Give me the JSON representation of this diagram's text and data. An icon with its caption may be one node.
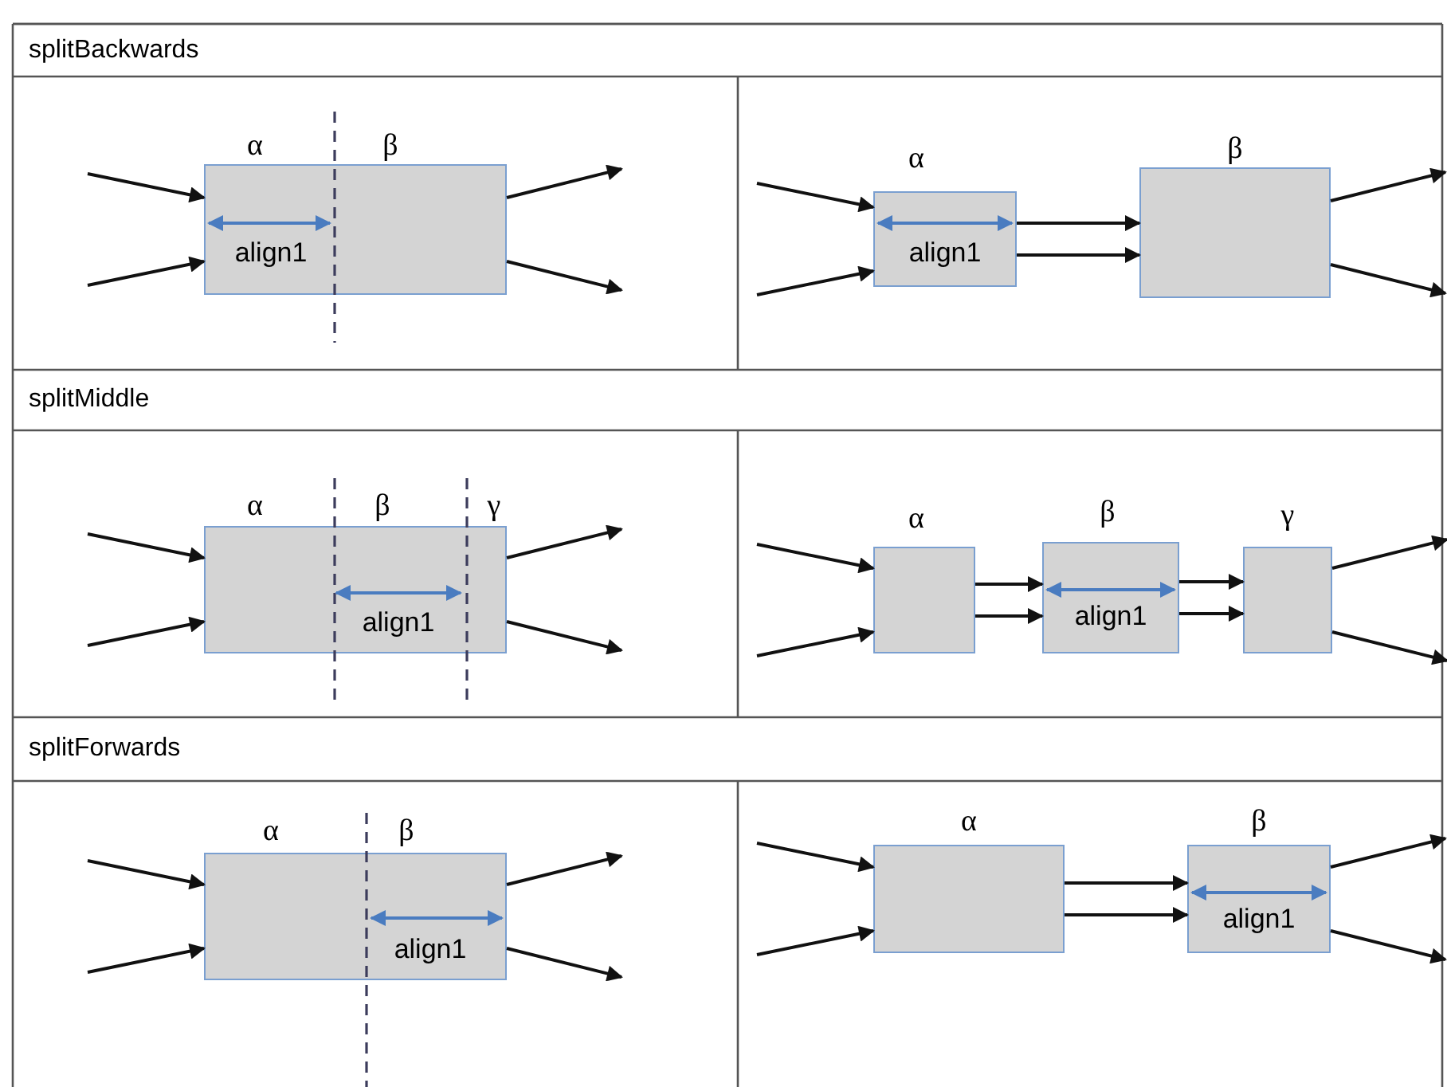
{
  "diagram": {
    "nodes": [
      {
        "text": [
          "α",
          "β",
          "align1"
        ]
      },
      {
        "text": [
          "α",
          "align1"
        ]
      },
      {
        "text": [
          "β"
        ]
      },
      {
        "text": [
          "α",
          "β",
          "γ",
          "align1"
        ]
      },
      {
        "text": [
          "α"
        ]
      },
      {
        "text": [
          "β",
          "align1"
        ]
      },
      {
        "text": [
          "γ"
        ]
      },
      {
        "text": [
          "α",
          "β",
          "align1"
        ]
      },
      {
        "text": [
          "α"
        ]
      },
      {
        "text": [
          "β",
          "align1"
        ]
      }
    ],
    "edges": [
      {
        "from": null,
        "to": 0,
        "arrow": "to"
      },
      {
        "from": null,
        "to": 0,
        "arrow": "to"
      },
      {
        "from": 0,
        "to": null,
        "arrow": "to"
      },
      {
        "from": 0,
        "to": null,
        "arrow": "to"
      },
      {
        "from": null,
        "to": 1,
        "arrow": "to"
      },
      {
        "from": null,
        "to": 1,
        "arrow": "to"
      },
      {
        "from": 1,
        "to": 2,
        "arrow": "to"
      },
      {
        "from": 1,
        "to": 2,
        "arrow": "to"
      },
      {
        "from": 2,
        "to": null,
        "arrow": "to"
      },
      {
        "from": 2,
        "to": null,
        "arrow": "to"
      },
      {
        "from": null,
        "to": 3,
        "arrow": "to"
      },
      {
        "from": null,
        "to": 3,
        "arrow": "to"
      },
      {
        "from": 3,
        "to": null,
        "arrow": "to"
      },
      {
        "from": 3,
        "to": null,
        "arrow": "to"
      },
      {
        "from": null,
        "to": 4,
        "arrow": "to"
      },
      {
        "from": null,
        "to": 4,
        "arrow": "to"
      },
      {
        "from": 4,
        "to": 5,
        "arrow": "to"
      },
      {
        "from": 4,
        "to": 5,
        "arrow": "to"
      },
      {
        "from": 5,
        "to": 6,
        "arrow": "to"
      },
      {
        "from": 5,
        "to": 6,
        "arrow": "to"
      },
      {
        "from": 6,
        "to": null,
        "arrow": "to"
      },
      {
        "from": 6,
        "to": null,
        "arrow": "to"
      },
      {
        "from": null,
        "to": 7,
        "arrow": "to"
      },
      {
        "from": null,
        "to": 7,
        "arrow": "to"
      },
      {
        "from": 7,
        "to": null,
        "arrow": "to"
      },
      {
        "from": 7,
        "to": null,
        "arrow": "to"
      },
      {
        "from": null,
        "to": 8,
        "arrow": "to"
      },
      {
        "from": null,
        "to": 8,
        "arrow": "to"
      },
      {
        "from": 8,
        "to": 9,
        "arrow": "to"
      },
      {
        "from": 8,
        "to": 9,
        "arrow": "to"
      },
      {
        "from": 9,
        "to": null,
        "arrow": "to"
      },
      {
        "from": 9,
        "to": null,
        "arrow": "to"
      }
    ],
    "labels": [
      "splitBackwards",
      "splitMiddle",
      "splitForwards"
    ]
  }
}
